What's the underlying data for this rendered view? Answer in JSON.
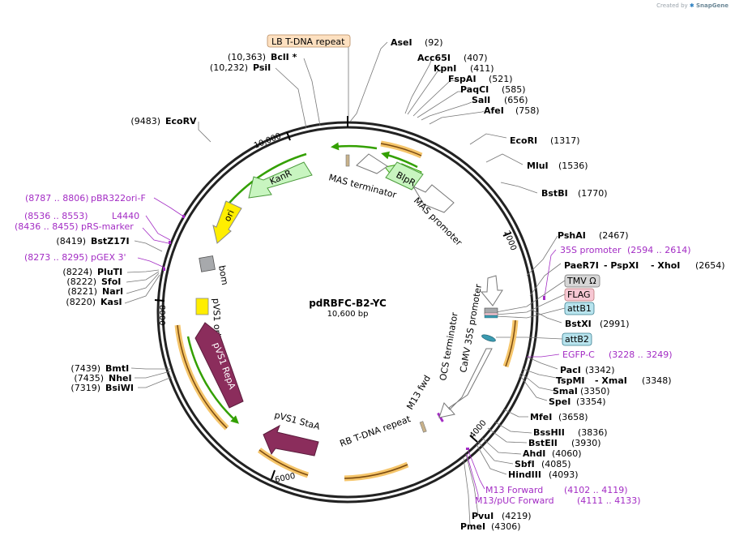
{
  "credit": {
    "prefix": "Created by",
    "brand": "SnapGene"
  },
  "plasmid": {
    "name": "pdRBFC-B2-YC",
    "size": "10,600 bp"
  },
  "ticks": [
    "2000",
    "4000",
    "6000",
    "8000",
    "10,000"
  ],
  "sites": {
    "ase": {
      "name": "AseI",
      "pos": "(92)"
    },
    "acc": {
      "name": "Acc65I",
      "pos": "(407)"
    },
    "kpn": {
      "name": "KpnI",
      "pos": "(411)"
    },
    "fsp": {
      "name": "FspAI",
      "pos": "(521)"
    },
    "paq": {
      "name": "PaqCI",
      "pos": "(585)"
    },
    "sal": {
      "name": "SalI",
      "pos": "(656)"
    },
    "afe": {
      "name": "AfeI",
      "pos": "(758)"
    },
    "ecori": {
      "name": "EcoRI",
      "pos": "(1317)"
    },
    "mlu": {
      "name": "MluI",
      "pos": "(1536)"
    },
    "bstbi": {
      "name": "BstBI",
      "pos": "(1770)"
    },
    "psha": {
      "name": "PshAI",
      "pos": "(2467)"
    },
    "paer": {
      "name": "PaeR7I",
      "mid": "- PspXI",
      "last": "- XhoI",
      "pos": "(2654)"
    },
    "bstx": {
      "name": "BstXI",
      "pos": "(2991)"
    },
    "pac": {
      "name": "PacI",
      "pos": "(3342)"
    },
    "tsp": {
      "name": "TspMI",
      "mid": "- XmaI",
      "pos": "(3348)"
    },
    "sma": {
      "name": "SmaI",
      "pos": "(3350)"
    },
    "spe": {
      "name": "SpeI",
      "pos": "(3354)"
    },
    "mfe": {
      "name": "MfeI",
      "pos": "(3658)"
    },
    "bsshii": {
      "name": "BssHII",
      "pos": "(3836)"
    },
    "bsteii": {
      "name": "BstEII",
      "pos": "(3930)"
    },
    "ahd": {
      "name": "AhdI",
      "pos": "(4060)"
    },
    "sbf": {
      "name": "SbfI",
      "pos": "(4085)"
    },
    "hind": {
      "name": "HindIII",
      "pos": "(4093)"
    },
    "pvu": {
      "name": "PvuI",
      "pos": "(4219)"
    },
    "pme": {
      "name": "PmeI",
      "pos": "(4306)"
    },
    "bmt": {
      "name": "BmtI",
      "pos": "(7439)"
    },
    "nhe": {
      "name": "NheI",
      "pos": "(7435)"
    },
    "bsiwi": {
      "name": "BsiWI",
      "pos": "(7319)"
    },
    "plu": {
      "name": "PluTI",
      "pos": "(8224)"
    },
    "sfo": {
      "name": "SfoI",
      "pos": "(8222)"
    },
    "nar": {
      "name": "NarI",
      "pos": "(8221)"
    },
    "kas": {
      "name": "KasI",
      "pos": "(8220)"
    },
    "bstz": {
      "name": "BstZ17I",
      "pos": "(8419)"
    },
    "ecorv": {
      "name": "EcoRV",
      "pos": "(9483)"
    },
    "bcl": {
      "name": "BclI *",
      "pos": "(10,363)"
    },
    "psi": {
      "name": "PsiI",
      "pos": "(10,232)"
    }
  },
  "primers": {
    "pbr": {
      "name": "pBR322ori-F",
      "range": "(8787 .. 8806)"
    },
    "l4440": {
      "name": "L4440",
      "range": "(8536 .. 8553)"
    },
    "prs": {
      "name": "pRS-marker",
      "range": "(8436 .. 8455)"
    },
    "pgex": {
      "name": "pGEX 3'",
      "range": "(8273 .. 8295)"
    },
    "p35s": {
      "name": "35S promoter",
      "range": "(2594 .. 2614)"
    },
    "egfp": {
      "name": "EGFP-C",
      "range": "(3228 .. 3249)"
    },
    "m13f": {
      "name": "M13 Forward",
      "range": "(4102 .. 4119)"
    },
    "m13puc": {
      "name": "M13/pUC Forward",
      "range": "(4111 .. 4133)"
    }
  },
  "boxes": {
    "lb": "LB T-DNA repeat",
    "tmv": "TMV Ω",
    "flag": "FLAG",
    "attb1": "attB1",
    "attb2": "attB2"
  },
  "features": {
    "mas_term": "MAS terminator",
    "blpr": "BlpR",
    "mas_prom": "MAS promoter",
    "kanr": "KanR",
    "ori": "ori",
    "bom": "bom",
    "pvs1_ori": "pVS1 oriV",
    "pvs1_repa": "pVS1 RepA",
    "pvs1_staa": "pVS1 StaA",
    "rb": "RB T-DNA repeat",
    "m13fwd": "M13 fwd",
    "ocs": "OCS terminator",
    "camv": "CaMV 35S promoter"
  },
  "colors": {
    "ring": "#222222",
    "primer": "#a32cc4",
    "orf_green": "#33a000",
    "orf_orange": "#e8a020",
    "kanr_fill": "#c8f5c0",
    "ori_fill": "#ffee00",
    "repa_fill": "#8b2d5c",
    "lb_fill": "#fde0c0",
    "tmv_fill": "#d6d6d6",
    "flag_fill": "#f7c8d4",
    "att_fill": "#b8e4ee"
  }
}
